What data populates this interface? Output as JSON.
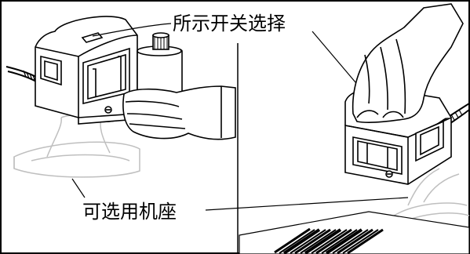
{
  "labels": {
    "switch_selection": "所示开关选择",
    "optional_stand": "可选用机座"
  },
  "colors": {
    "line": "#000000",
    "ghost_line": "#bfbfbf",
    "background": "#ffffff",
    "barcode": "#000000"
  },
  "panels": [
    "left-scene",
    "right-scene"
  ]
}
